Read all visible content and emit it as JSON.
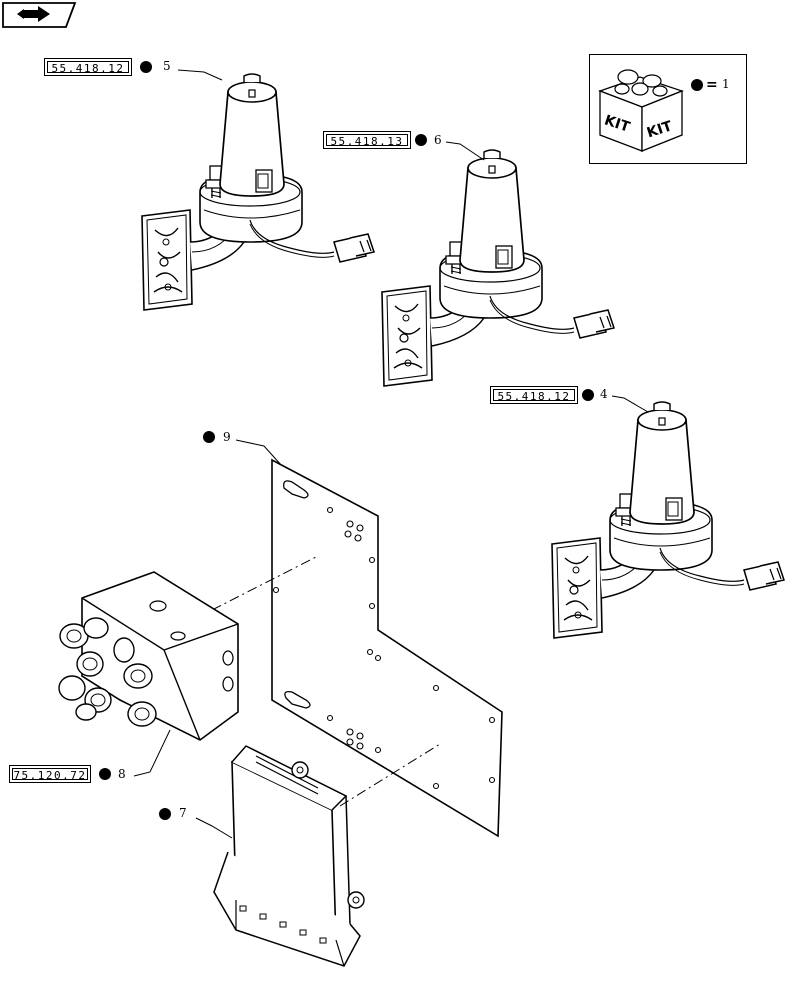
{
  "callouts": [
    {
      "id": "filter-top",
      "ref": "55.418.12",
      "item": "5"
    },
    {
      "id": "filter-middle",
      "ref": "55.418.13",
      "item": "6"
    },
    {
      "id": "filter-right",
      "ref": "55.418.12",
      "item": "4"
    },
    {
      "id": "valve-block",
      "ref": "75.120.72",
      "item": "8"
    },
    {
      "id": "plate",
      "item": "9"
    },
    {
      "id": "controller",
      "item": "7"
    }
  ],
  "kit": {
    "label_left": "KIT",
    "label_right": "KIT",
    "equals": "=",
    "qty": "1"
  },
  "icons": {
    "nav": "next-page-arrow-icon",
    "kit": "kit-box-icon"
  }
}
